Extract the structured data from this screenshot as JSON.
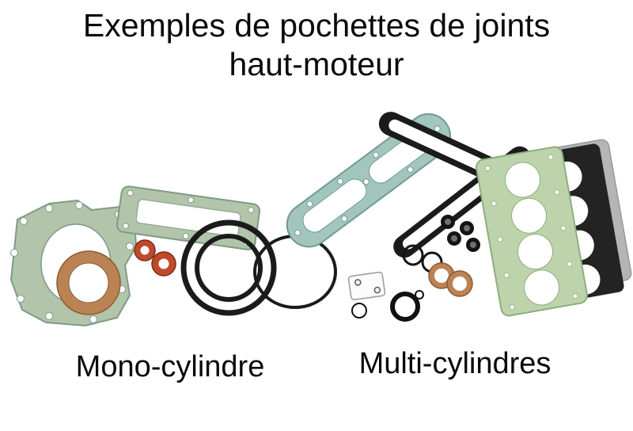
{
  "title": {
    "line1": "Exemples de pochettes de joints",
    "line2": "haut-moteur"
  },
  "figures": {
    "mono": {
      "caption": "Mono-cylindre"
    },
    "multi": {
      "caption": "Multi-cylindres"
    }
  },
  "colors": {
    "background": "#ffffff",
    "text": "#0a0a0a",
    "gasket_green": "#b2c4aa",
    "gasket_teal": "#a2c6be",
    "head_gasket_green": "#bdd3ab",
    "copper": "#bb8353",
    "orange_seal": "#bf4a2b",
    "rubber_black": "#1b1b1b",
    "metal_gray": "#b5b5b5"
  }
}
